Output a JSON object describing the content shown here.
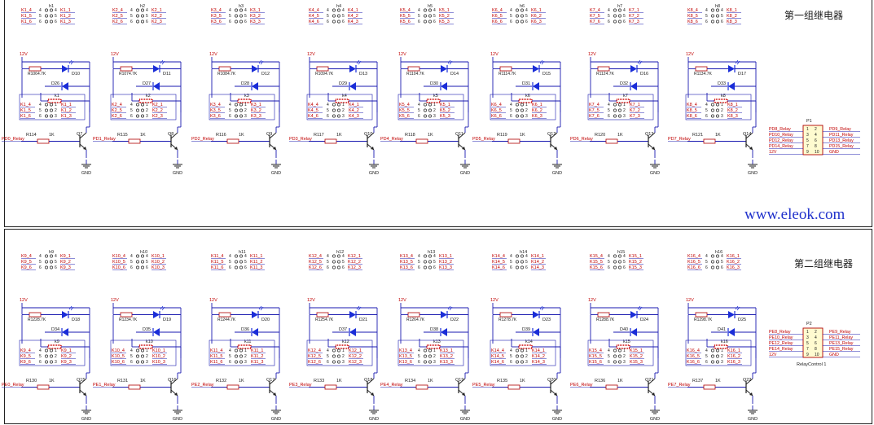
{
  "section1": {
    "title": "第一组继电器",
    "relays": [
      {
        "id": "1",
        "k": "K1",
        "h": "h1",
        "led": "D10",
        "diode": "D26",
        "r": "R114",
        "rled": "R106",
        "q": "Q7",
        "pd": "PD0_Relay",
        "val": "4.7K"
      },
      {
        "id": "2",
        "k": "K2",
        "h": "h2",
        "led": "D11",
        "diode": "D27",
        "r": "R115",
        "rled": "R107",
        "q": "Q8",
        "pd": "PD1_Relay",
        "val": "4.7K"
      },
      {
        "id": "3",
        "k": "K3",
        "h": "h3",
        "led": "D12",
        "diode": "D28",
        "r": "R116",
        "rled": "R108",
        "q": "Q9",
        "pd": "PD2_Relay",
        "val": "4.7K"
      },
      {
        "id": "4",
        "k": "K4",
        "h": "h4",
        "led": "D13",
        "diode": "D29",
        "r": "R117",
        "rled": "R109",
        "q": "Q10",
        "pd": "PD3_Relay",
        "val": "4.7K"
      },
      {
        "id": "5",
        "k": "K5",
        "h": "h5",
        "led": "D14",
        "diode": "D30",
        "r": "R118",
        "rled": "R110",
        "q": "Q11",
        "pd": "PD4_Relay",
        "val": "4.7K"
      },
      {
        "id": "6",
        "k": "K6",
        "h": "h6",
        "led": "D15",
        "diode": "D31",
        "r": "R119",
        "rled": "R111",
        "q": "Q12",
        "pd": "PD5_Relay",
        "val": "4.7K"
      },
      {
        "id": "7",
        "k": "K7",
        "h": "h7",
        "led": "D16",
        "diode": "D32",
        "r": "R120",
        "rled": "R112",
        "q": "Q13",
        "pd": "PD6_Relay",
        "val": "4.7K"
      },
      {
        "id": "8",
        "k": "K8",
        "h": "h8",
        "led": "D17",
        "diode": "D33",
        "r": "R121",
        "rled": "R113",
        "q": "Q14",
        "pd": "PD7_Relay",
        "val": "4.7K"
      }
    ],
    "connector": {
      "name": "P1",
      "left": [
        "PD8_Relay",
        "PD10_Relay",
        "PD12_Relay",
        "PD14_Relay",
        "12V"
      ],
      "right": [
        "PD9_Relay",
        "PD11_Relay",
        "PD13_Relay",
        "PD15_Relay",
        "GND"
      ]
    }
  },
  "section2": {
    "title": "第二组继电器",
    "relays": [
      {
        "id": "9",
        "k": "K9",
        "h": "h9",
        "led": "D18",
        "diode": "D34",
        "r": "R130",
        "rled": "R122",
        "q": "Q15",
        "pd": "PE0_Relay",
        "val": "8.7K"
      },
      {
        "id": "10",
        "k": "K10",
        "h": "h10",
        "led": "D19",
        "diode": "D35",
        "r": "R131",
        "rled": "R123",
        "q": "Q16",
        "pd": "PE1_Relay",
        "val": "4.7K"
      },
      {
        "id": "11",
        "k": "K11",
        "h": "h11",
        "led": "D20",
        "diode": "D36",
        "r": "R132",
        "rled": "R124",
        "q": "Q17",
        "pd": "PE2_Relay",
        "val": "4.7K"
      },
      {
        "id": "12",
        "k": "K12",
        "h": "h12",
        "led": "D21",
        "diode": "D37",
        "r": "R133",
        "rled": "R125",
        "q": "Q18",
        "pd": "PE3_Relay",
        "val": "4.7K"
      },
      {
        "id": "13",
        "k": "K13",
        "h": "h13",
        "led": "D22",
        "diode": "D38",
        "r": "R134",
        "rled": "R126",
        "q": "Q19",
        "pd": "PE4_Relay",
        "val": "4.7K"
      },
      {
        "id": "14",
        "k": "K14",
        "h": "h14",
        "led": "D23",
        "diode": "D39",
        "r": "R135",
        "rled": "R127",
        "q": "Q20",
        "pd": "PE5_Relay",
        "val": "8.7K"
      },
      {
        "id": "15",
        "k": "K15",
        "h": "h15",
        "led": "D24",
        "diode": "D40",
        "r": "R136",
        "rled": "R128",
        "q": "Q21",
        "pd": "PE6_Relay",
        "val": "8.7K"
      },
      {
        "id": "16",
        "k": "K16",
        "h": "h16",
        "led": "D25",
        "diode": "D41",
        "r": "R137",
        "rled": "R129",
        "q": "Q22",
        "pd": "PE7_Relay",
        "val": "8.7K"
      }
    ],
    "connector": {
      "name": "P2",
      "caption": "RelayControl 1",
      "left": [
        "PE8_Relay",
        "PE10_Relay",
        "PE12_Relay",
        "PE14_Relay",
        "12V"
      ],
      "right": [
        "PE9_Relay",
        "PE11_Relay",
        "PE13_Relay",
        "PE15_Relay",
        "GND"
      ]
    }
  },
  "labels": {
    "vcc": "12V",
    "gnd": "GND",
    "base_r": "1K",
    "pin_nums": [
      "1",
      "2",
      "3",
      "4",
      "5",
      "6",
      "7",
      "8",
      "9",
      "10"
    ]
  },
  "watermark": "www.eleok.com",
  "colors": {
    "wire": "#1a1ab0",
    "part": "#b00000",
    "dark": "#202020",
    "led": "#1a2dd8",
    "coil": "#d01010",
    "label_red": "#c00000"
  }
}
